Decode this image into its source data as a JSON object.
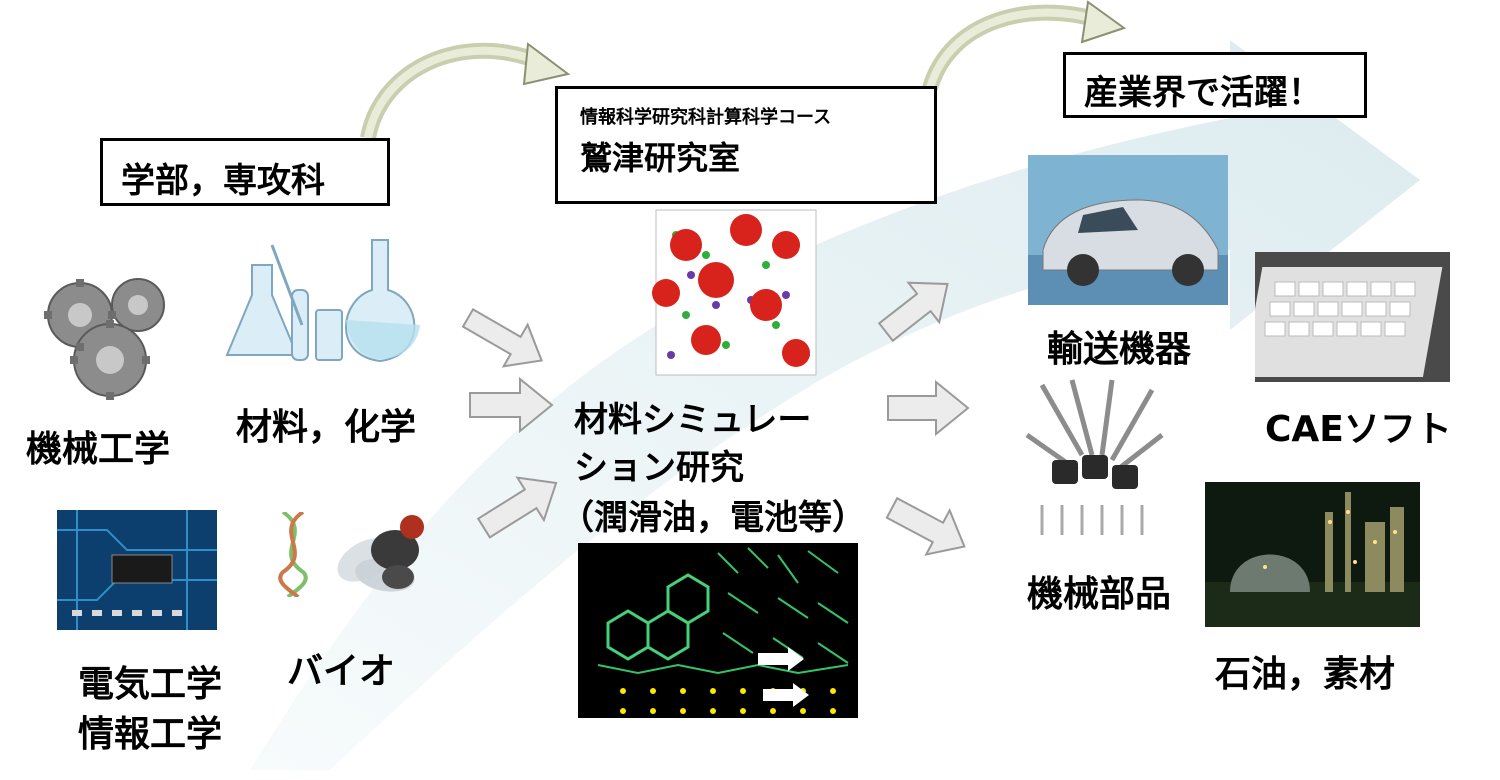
{
  "header_boxes": {
    "faculty": "学部，専攻科",
    "lab_course": "情報科学研究科計算科学コース",
    "lab_name": "鷲津研究室",
    "industry": "産業界で活躍！"
  },
  "fields": {
    "mechanical": "機械工学",
    "materials": "材料，化学",
    "electrical_line1": "電気工学",
    "electrical_line2": "情報工学",
    "bio": "バイオ"
  },
  "research": {
    "line1": "材料シミュレー",
    "line2": "ション研究",
    "line3": "（潤滑油，電池等）"
  },
  "industries": {
    "transport": "輸送機器",
    "cae": "CAEソフト",
    "machine_parts": "機械部品",
    "petroleum": "石油，素材"
  },
  "colors": {
    "big_arrow": "#e6f1f4",
    "curve_arrow": "#c7cfa9",
    "small_arrow": "#e8e8e8"
  }
}
